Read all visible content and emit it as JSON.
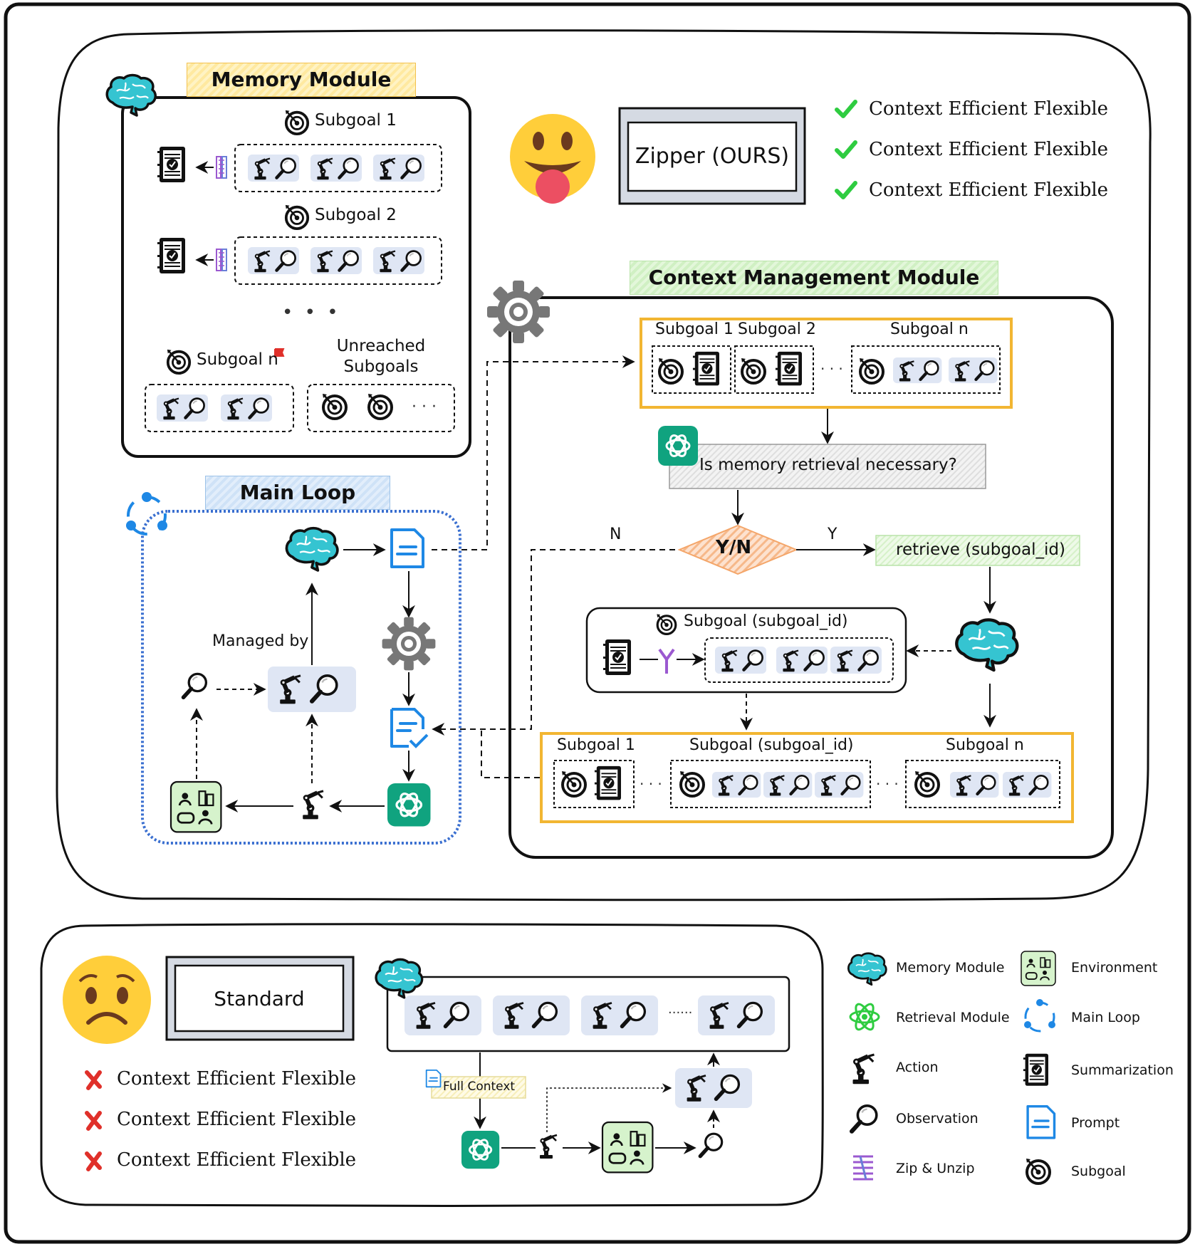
{
  "zipper": {
    "title": "Zipper (OURS)",
    "pros": [
      "Context Efficient Flexible",
      "Context Efficient Flexible",
      "Context Efficient Flexible"
    ]
  },
  "standard": {
    "title": "Standard",
    "cons": [
      "Context Efficient Flexible",
      "Context Efficient Flexible",
      "Context Efficient Flexible"
    ],
    "full_context": "Full Context"
  },
  "memory_module": {
    "header": "Memory Module",
    "subgoal1": "Subgoal 1",
    "subgoal2": "Subgoal 2",
    "subgoaln": "Subgoal n",
    "unreached": "Unreached Subgoals",
    "ellipsis": "• • •"
  },
  "main_loop": {
    "header": "Main Loop",
    "managed_by": "Managed by"
  },
  "context_module": {
    "header": "Context Management Module",
    "top_labels": [
      "Subgoal 1",
      "Subgoal 2",
      "Subgoal n"
    ],
    "question": "Is memory retrieval necessary?",
    "decision": "Y/N",
    "no": "N",
    "yes": "Y",
    "retrieve": "retrieve (subgoal_id)",
    "retrieved_subgoal": "Subgoal (subgoal_id)",
    "bottom_labels": [
      "Subgoal 1",
      "Subgoal (subgoal_id)",
      "Subgoal n"
    ]
  },
  "legend": {
    "items": [
      {
        "label": "Memory Module",
        "icon": "brain-icon"
      },
      {
        "label": "Environment",
        "icon": "environment-icon"
      },
      {
        "label": "Retrieval Module",
        "icon": "atom-icon"
      },
      {
        "label": "Main Loop",
        "icon": "loop-icon"
      },
      {
        "label": "Action",
        "icon": "robot-arm-icon"
      },
      {
        "label": "Summarization",
        "icon": "summary-icon"
      },
      {
        "label": "Observation",
        "icon": "magnifier-icon"
      },
      {
        "label": "Prompt",
        "icon": "prompt-icon"
      },
      {
        "label": "Zip & Unzip",
        "icon": "zipper-icon"
      },
      {
        "label": "Subgoal",
        "icon": "target-icon"
      }
    ]
  },
  "colors": {
    "brain": "#35c4d1",
    "memory_header": "#ffe9a0",
    "context_header": "#d0f0c3",
    "main_loop_header": "#cfe2f7",
    "main_loop_border": "#3a6fd0",
    "yellow_border": "#f2b632",
    "decision": "#f4a66a",
    "openai_green": "#10a37f",
    "prompt_blue": "#1e88e5",
    "check_green": "#2ecc40",
    "cross_red": "#e0302a",
    "zipper_purple": "#9b59d0",
    "pair_bg": "#dfe6f4"
  }
}
